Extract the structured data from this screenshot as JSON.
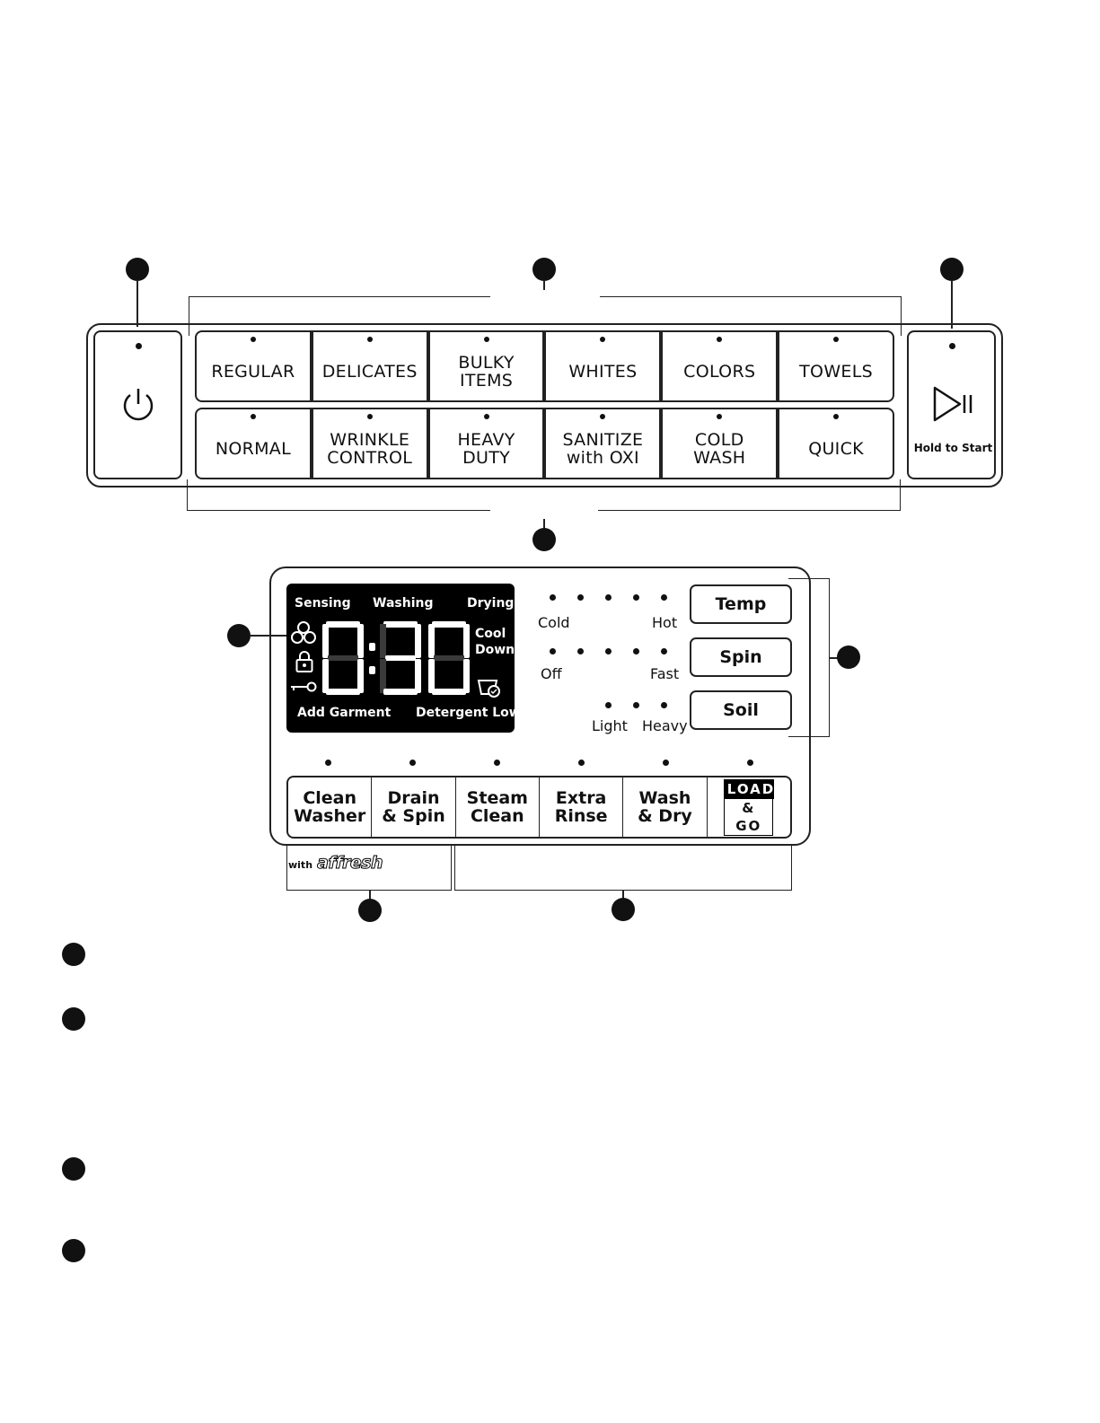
{
  "top_panel": {
    "cycles_row1": [
      "REGULAR",
      "DELICATES",
      "BULKY\nITEMS",
      "WHITES",
      "COLORS",
      "TOWELS"
    ],
    "cycles_row2": [
      "NORMAL",
      "WRINKLE\nCONTROL",
      "HEAVY\nDUTY",
      "SANITIZE\nwith OXI",
      "COLD\nWASH",
      "QUICK"
    ],
    "start_label": "Hold to Start",
    "power_icon": "power-icon",
    "start_icon": "play-pause-icon"
  },
  "display": {
    "status_sensing": "Sensing",
    "status_washing": "Washing",
    "status_drying": "Drying",
    "cool_down_1": "Cool",
    "cool_down_2": "Down",
    "time": "0:30",
    "add_garment": "Add Garment",
    "detergent_low": "Detergent Low",
    "icons": [
      "fan-icon",
      "lock-icon",
      "key-icon",
      "detergent-icon"
    ]
  },
  "options": {
    "temp": {
      "label": "Temp",
      "min": "Cold",
      "max": "Hot",
      "levels": 5
    },
    "spin": {
      "label": "Spin",
      "min": "Off",
      "max": "Fast",
      "levels": 5
    },
    "soil": {
      "label": "Soil",
      "min": "Light",
      "max": "Heavy",
      "levels": 3
    }
  },
  "bottom_buttons": [
    "Clean\nWasher",
    "Drain\n& Spin",
    "Steam\nClean",
    "Extra\nRinse",
    "Wash\n& Dry"
  ],
  "load_and_go": {
    "line1": "LOAD",
    "line2": "& GO"
  },
  "affresh": {
    "prefix": "with",
    "brand": "affresh"
  }
}
